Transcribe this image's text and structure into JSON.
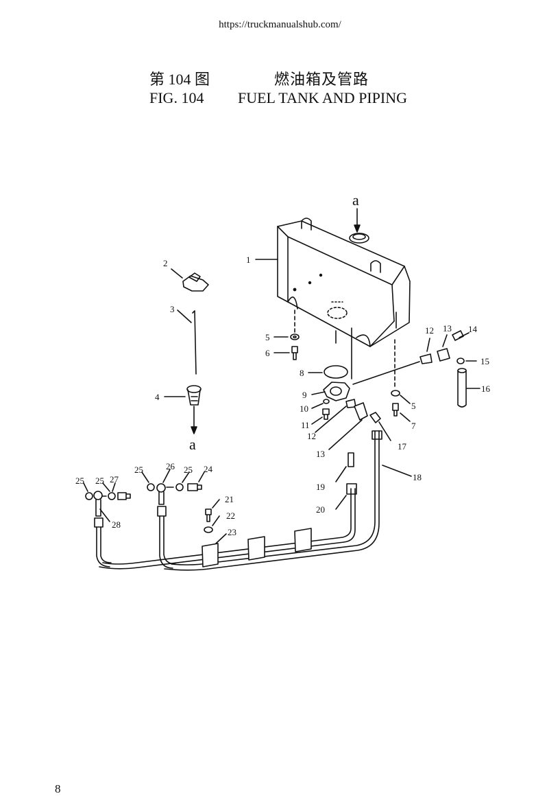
{
  "header": {
    "url": "https://truckmanualshub.com/",
    "fig_number_cn": "第 104 图",
    "fig_title_cn": "燃油箱及管路",
    "fig_number_en": "FIG. 104",
    "fig_title_en": "FUEL TANK AND PIPING"
  },
  "diagram": {
    "view_letter_top": "a",
    "view_letter_bottom": "a",
    "part_labels": {
      "p1": "1",
      "p2": "2",
      "p3": "3",
      "p4": "4",
      "p5a": "5",
      "p5b": "5",
      "p6": "6",
      "p7": "7",
      "p8": "8",
      "p9": "9",
      "p10": "10",
      "p11": "11",
      "p12a": "12",
      "p12b": "12",
      "p13a": "13",
      "p13b": "13",
      "p14": "14",
      "p15": "15",
      "p16": "16",
      "p17": "17",
      "p18": "18",
      "p19": "19",
      "p20": "20",
      "p21": "21",
      "p22": "22",
      "p23": "23",
      "p24": "24",
      "p25a": "25",
      "p25b": "25",
      "p25c": "25",
      "p25d": "25",
      "p26": "26",
      "p27": "27",
      "p28": "28"
    }
  },
  "footer": {
    "page_number": "8"
  }
}
